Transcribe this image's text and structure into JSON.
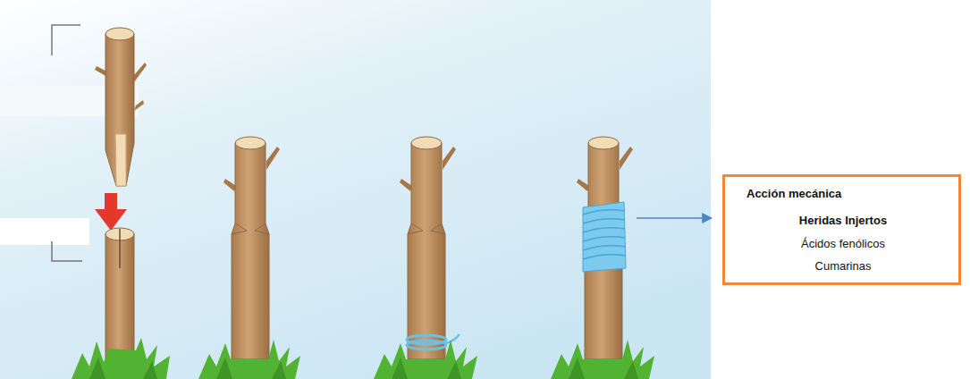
{
  "diagram": {
    "nodes": [
      {
        "text": [
          "Acción mecánica",
          "Heridas Injertos",
          "Ácidos fenólicos",
          "Cumarinas"
        ]
      }
    ]
  }
}
